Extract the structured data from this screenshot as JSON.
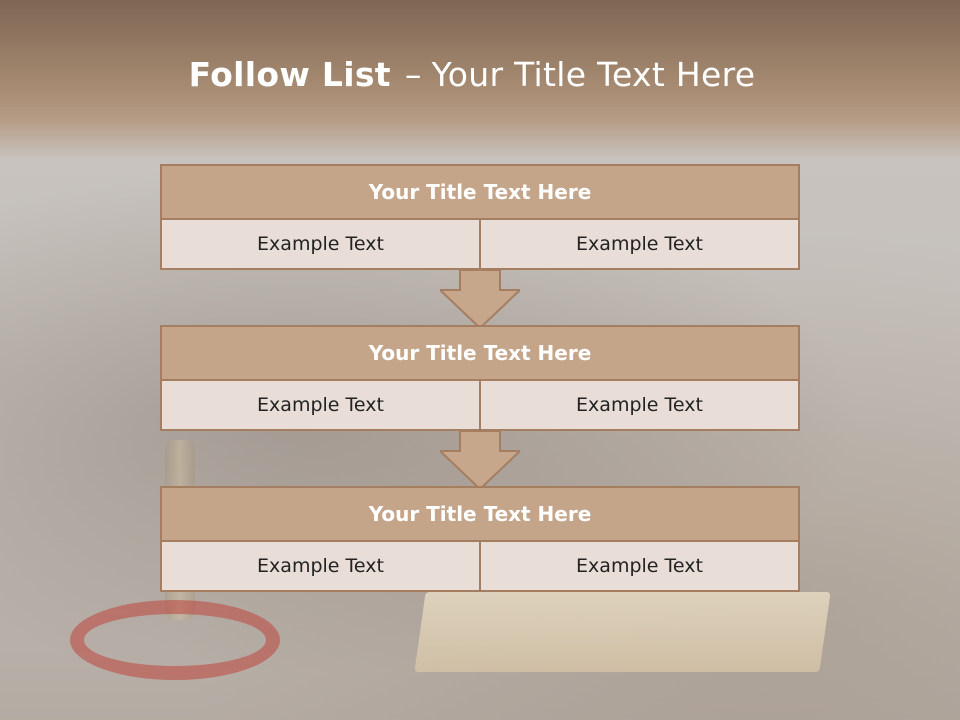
{
  "title": {
    "bold": "Follow List",
    "separator": "–",
    "rest": "Your Title Text Here"
  },
  "blocks": [
    {
      "title": "Your Title Text Here",
      "left": "Example Text",
      "right": "Example Text"
    },
    {
      "title": "Your Title Text Here",
      "left": "Example Text",
      "right": "Example Text"
    },
    {
      "title": "Your Title Text Here",
      "left": "Example Text",
      "right": "Example Text"
    }
  ],
  "colors": {
    "header": "#a78b72",
    "block_title": "#c5a58a",
    "block_border": "#a57e62",
    "cell": "#e8ded7",
    "arrow_fill": "#c7a78b"
  }
}
